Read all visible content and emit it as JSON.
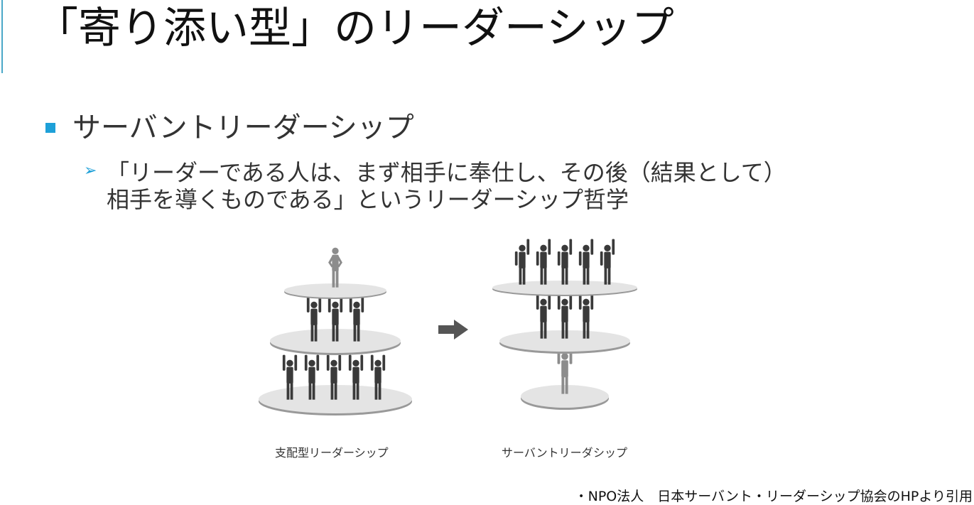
{
  "slide": {
    "title": "「寄り添い型」のリーダーシップ",
    "heading": "サーバントリーダーシップ",
    "bullet_line_1": "「リーダーである人は、まず相手に奉仕し、その後（結果として）",
    "bullet_line_2": "相手を導くものである」というリーダーシップ哲学",
    "caption_left": "支配型リーダーシップ",
    "caption_right": "サーバントリーダシップ",
    "source": "・NPO法人　日本サーバント・リーダーシップ協会のHPより引用"
  },
  "colors": {
    "accent": "#1ea0d8",
    "accent_bar": "#4aa8c8",
    "figure_dark": "#3a3a3a",
    "figure_light": "#8c8c8c",
    "disc": "#e4e4e4"
  },
  "icons": {
    "heading_bullet": "square-bullet-icon",
    "sub_bullet": "arrow-bullet-icon",
    "transition": "right-arrow-icon"
  }
}
